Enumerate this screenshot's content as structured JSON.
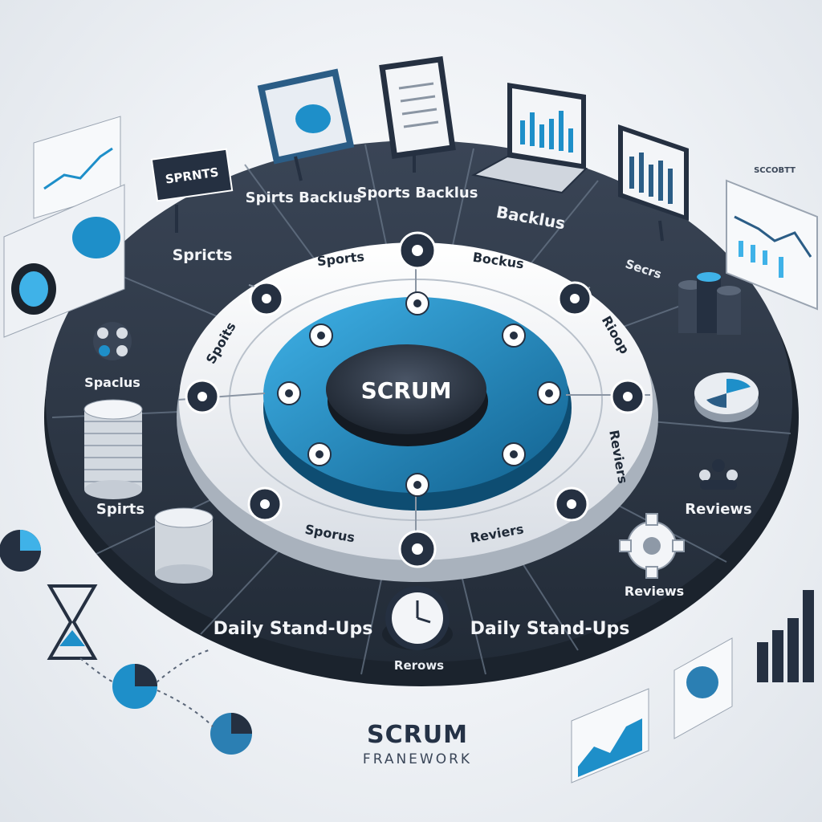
{
  "center": {
    "label": "SCRUM"
  },
  "footer": {
    "title": "SCRUM",
    "subtitle": "FRANEWORK"
  },
  "outer_segments": [
    "Spirts Backlus",
    "Sports Backlus",
    "Backlus",
    "Spricts",
    "Spaclus",
    "Spirts",
    "Daily Stand-Ups",
    "Daily Stand-Ups",
    "Reviews",
    "Reviews",
    "Rerows",
    "Secrs"
  ],
  "middle_ring": [
    "Sports",
    "Bockus",
    "Spoits",
    "Sporus",
    "Reviers",
    "Reviers",
    "Rioop"
  ],
  "signs": {
    "sprints_sign": "SPRNTS",
    "top_right_text": "SCCOBTT"
  },
  "colors": {
    "dark": "#2b3544",
    "accent": "#1e8fc9",
    "light": "#f3f5f8"
  }
}
